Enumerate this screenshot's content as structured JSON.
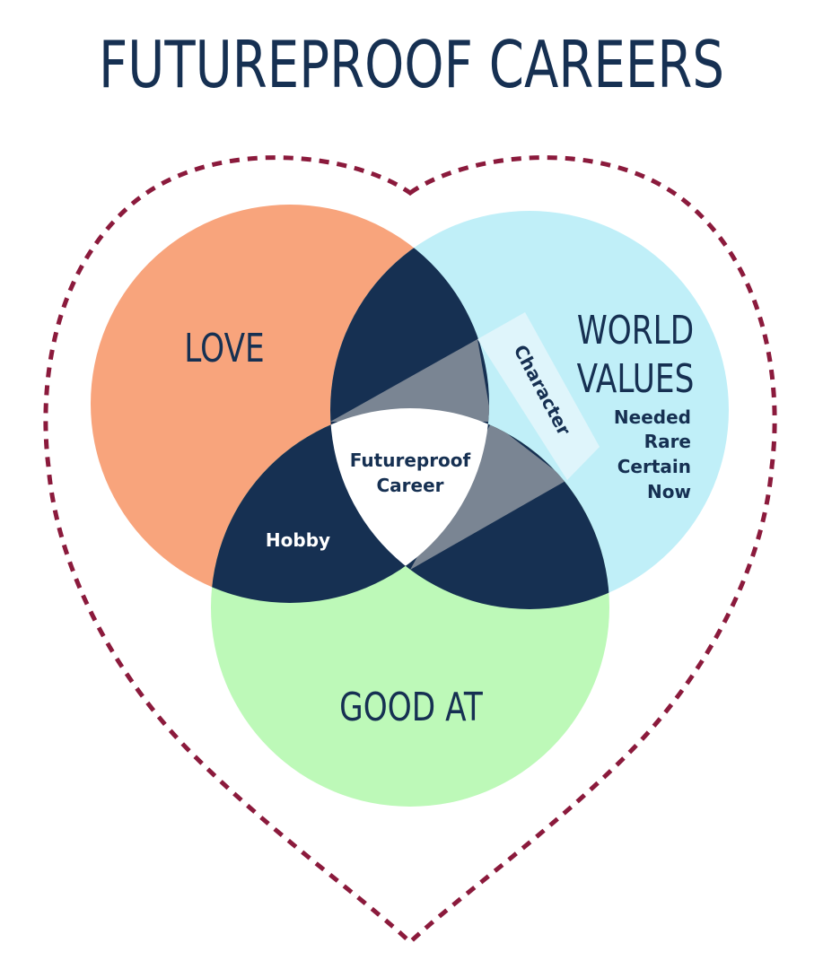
{
  "title": "FUTUREPROOF CAREERS",
  "circles": {
    "love": {
      "label": "LOVE",
      "color": "#f8a47c"
    },
    "world_values": {
      "label_line1": "WORLD",
      "label_line2": "VALUES",
      "color": "#c0eff8",
      "criteria": [
        "Needed",
        "Rare",
        "Certain",
        "Now"
      ]
    },
    "good_at": {
      "label": "GOOD AT",
      "color": "#bdf9b8"
    }
  },
  "intersections": {
    "hobby": "Hobby",
    "center_line1": "Futureproof",
    "center_line2": "Career",
    "character": "Character"
  },
  "colors": {
    "navy": "#163052",
    "slate": "#7a8593",
    "heart": "#8b1a3c",
    "band": "#dff5fb"
  }
}
